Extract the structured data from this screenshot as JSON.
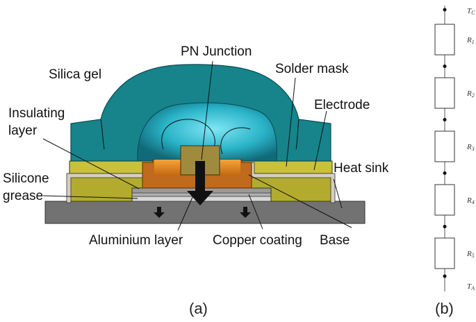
{
  "panel_a": {
    "caption": "(a)",
    "labels": {
      "pn_junction": "PN Junction",
      "silica_gel": "Silica gel",
      "solder_mask": "Solder mask",
      "insulating_layer_line1": "Insulating",
      "insulating_layer_line2": "layer",
      "electrode": "Electrode",
      "silicone_grease_line1": "Silicone",
      "silicone_grease_line2": "grease",
      "heat_sink": "Heat sink",
      "aluminium_layer": "Aluminium layer",
      "copper_coating": "Copper coating",
      "base": "Base"
    },
    "colors": {
      "silica_gel": "#16848a",
      "lens": "#2ab3c8",
      "solder_mask": "#b2ab2e",
      "base": "#bf6a1c",
      "pn_junction": "#a08a3e",
      "aluminium": "#6c6c6c",
      "electrode": "#c9c2b0"
    }
  },
  "panel_b": {
    "caption": "(b)",
    "top_node": {
      "main": "T",
      "sub": "C"
    },
    "bottom_node": {
      "main": "T",
      "sub": "A"
    },
    "resistors": [
      {
        "main": "R",
        "sub": "1"
      },
      {
        "main": "R",
        "sub": "2"
      },
      {
        "main": "R",
        "sub": "3"
      },
      {
        "main": "R",
        "sub": "4"
      },
      {
        "main": "R",
        "sub": "5"
      }
    ]
  }
}
